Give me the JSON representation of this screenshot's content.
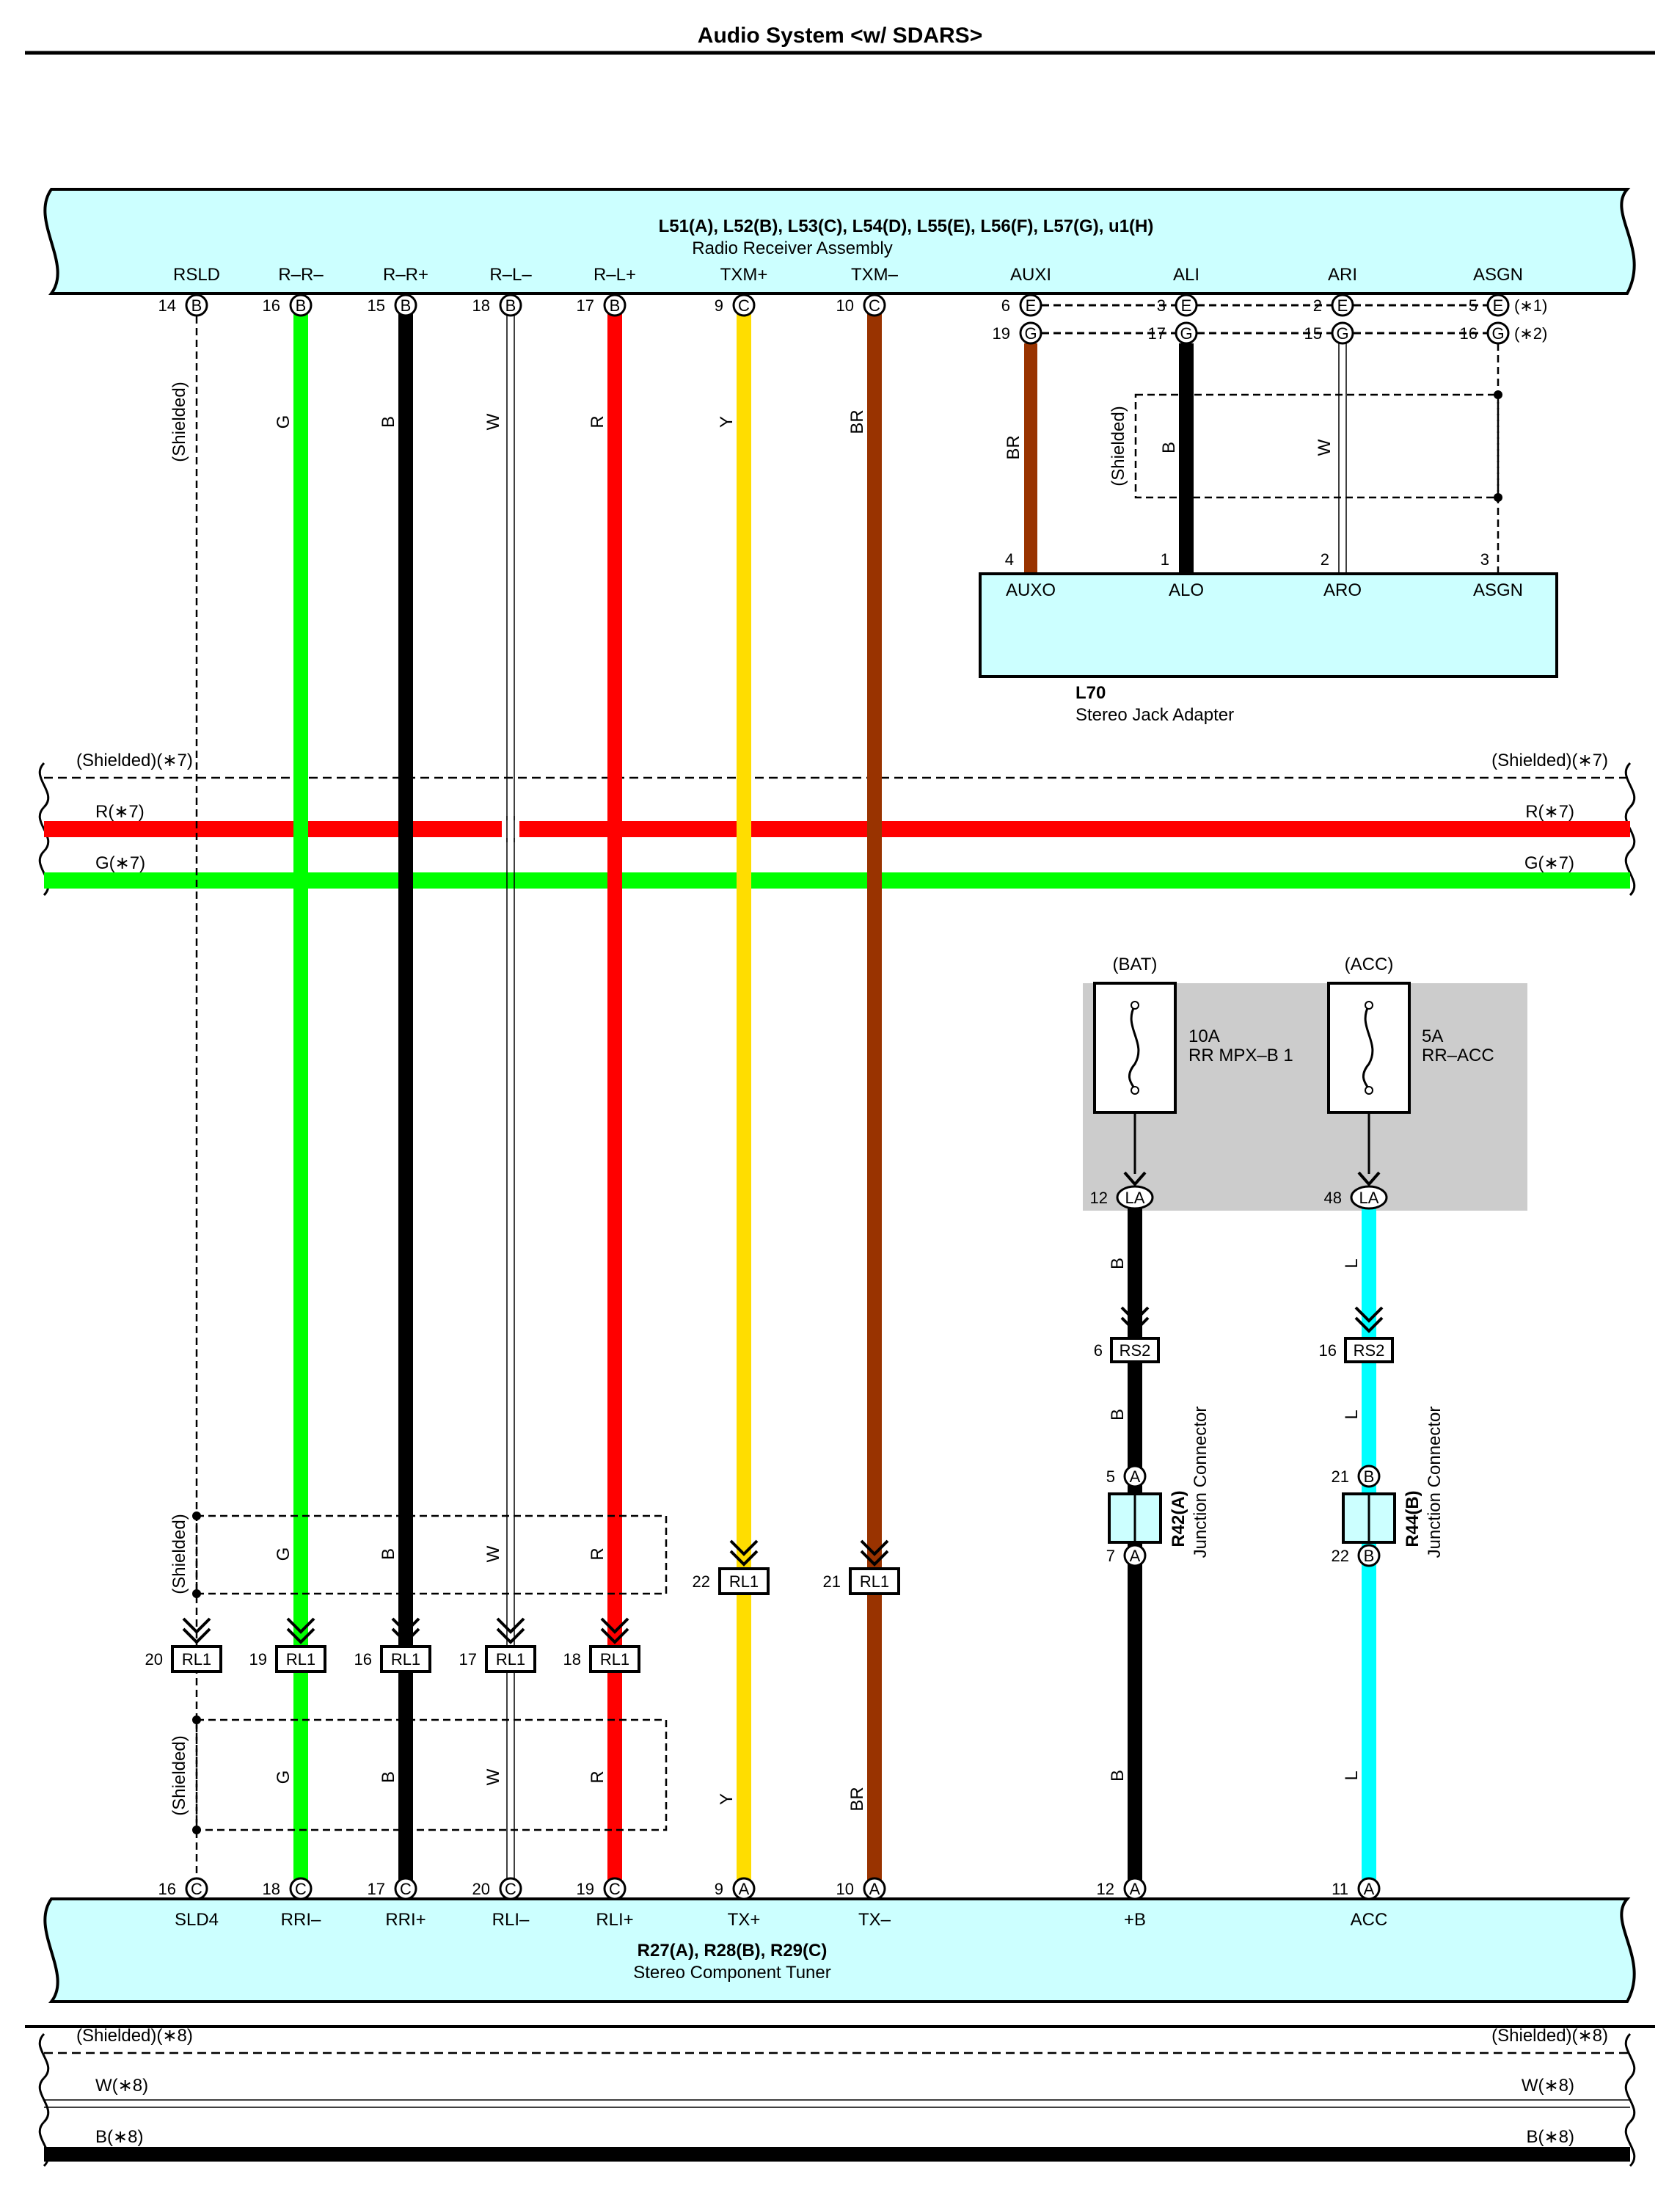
{
  "title": "Audio System <w/ SDARS>",
  "top_assembly": {
    "connectors": "L51(A), L52(B), L53(C), L54(D), L55(E), L56(F), L57(G), u1(H)",
    "name": "Radio Receiver Assembly",
    "terminals": [
      {
        "label": "RSLD",
        "pin": "14",
        "conn": "B"
      },
      {
        "label": "R–R–",
        "pin": "16",
        "conn": "B"
      },
      {
        "label": "R–R+",
        "pin": "15",
        "conn": "B"
      },
      {
        "label": "R–L–",
        "pin": "18",
        "conn": "B"
      },
      {
        "label": "R–L+",
        "pin": "17",
        "conn": "B"
      },
      {
        "label": "TXM+",
        "pin": "9",
        "conn": "C"
      },
      {
        "label": "TXM–",
        "pin": "10",
        "conn": "C"
      }
    ],
    "aux_terminals": [
      {
        "label": "AUXI",
        "pin1": "6",
        "conn1": "E",
        "pin2": "19",
        "conn2": "G"
      },
      {
        "label": "ALI",
        "pin1": "3",
        "conn1": "E",
        "pin2": "17",
        "conn2": "G"
      },
      {
        "label": "ARI",
        "pin1": "2",
        "conn1": "E",
        "pin2": "15",
        "conn2": "G"
      },
      {
        "label": "ASGN",
        "pin1": "5",
        "conn1": "E",
        "pin2": "16",
        "conn2": "G"
      }
    ],
    "note1": "(∗1)",
    "note2": "(∗2)"
  },
  "wires": {
    "rsld": "(Shielded)",
    "rr_minus": "G",
    "rr_plus": "B",
    "rl_minus": "W",
    "rl_plus": "R",
    "txm_plus": "Y",
    "txm_minus": "BR",
    "auxi": "BR",
    "ali": "B",
    "ari": "W",
    "aux_shield": "(Shielded)"
  },
  "stereo_jack": {
    "id": "L70",
    "name": "Stereo Jack Adapter",
    "pins": [
      {
        "pin": "4",
        "label": "AUXO"
      },
      {
        "pin": "1",
        "label": "ALO"
      },
      {
        "pin": "2",
        "label": "ARO"
      },
      {
        "pin": "3",
        "label": "ASGN"
      }
    ]
  },
  "pass_wires_top": {
    "shield_left": "(Shielded)(∗7)",
    "shield_right": "(Shielded)(∗7)",
    "red_left": "R(∗7)",
    "red_right": "R(∗7)",
    "green_left": "G(∗7)",
    "green_right": "G(∗7)"
  },
  "fuses": [
    {
      "source": "(BAT)",
      "rating": "10A",
      "name": "RR MPX–B 1",
      "pin": "12",
      "conn": "LA",
      "wire": "B",
      "rs2_pin": "6",
      "rs2": "RS2"
    },
    {
      "source": "(ACC)",
      "rating": "5A",
      "name": "RR–ACC",
      "pin": "48",
      "conn": "LA",
      "wire": "L",
      "rs2_pin": "16",
      "rs2": "RS2"
    }
  ],
  "junctions": [
    {
      "id": "R42(A)",
      "name": "Junction Connector",
      "pin_top": "5",
      "pin_bottom": "7",
      "conn": "A",
      "wire": "B"
    },
    {
      "id": "R44(B)",
      "name": "Junction Connector",
      "pin_top": "21",
      "pin_bottom": "22",
      "conn": "B",
      "wire": "L"
    }
  ],
  "rl1_connectors": {
    "name": "RL1",
    "upper": [
      {
        "pin": "22"
      },
      {
        "pin": "21"
      }
    ],
    "lower": [
      {
        "pin": "20"
      },
      {
        "pin": "19"
      },
      {
        "pin": "16"
      },
      {
        "pin": "17"
      },
      {
        "pin": "18"
      }
    ]
  },
  "shield_boxes": {
    "upper_label": "(Shielded)",
    "lower_label": "(Shielded)",
    "upper_wires": [
      "G",
      "B",
      "W",
      "R"
    ],
    "lower_wires": [
      "G",
      "B",
      "W",
      "R"
    ],
    "lower_extra": [
      "Y",
      "BR",
      "B",
      "L"
    ]
  },
  "bottom_assembly": {
    "connectors": "R27(A), R28(B), R29(C)",
    "name": "Stereo Component Tuner",
    "terminals": [
      {
        "label": "SLD4",
        "pin": "16",
        "conn": "C"
      },
      {
        "label": "RRI–",
        "pin": "18",
        "conn": "C"
      },
      {
        "label": "RRI+",
        "pin": "17",
        "conn": "C"
      },
      {
        "label": "RLI–",
        "pin": "20",
        "conn": "C"
      },
      {
        "label": "RLI+",
        "pin": "19",
        "conn": "C"
      },
      {
        "label": "TX+",
        "pin": "9",
        "conn": "A"
      },
      {
        "label": "TX–",
        "pin": "10",
        "conn": "A"
      },
      {
        "label": "+B",
        "pin": "12",
        "conn": "A"
      },
      {
        "label": "ACC",
        "pin": "11",
        "conn": "A"
      }
    ]
  },
  "pass_wires_bottom": {
    "shield_left": "(Shielded)(∗8)",
    "shield_right": "(Shielded)(∗8)",
    "white_left": "W(∗8)",
    "white_right": "W(∗8)",
    "black_left": "B(∗8)",
    "black_right": "B(∗8)"
  },
  "colors": {
    "box_fill": "#ccffff",
    "green": "#00ff00",
    "red": "#ff0000",
    "yellow": "#ffdd00",
    "brown": "#993300",
    "cyan": "#00ffff",
    "fuse_bg": "#cccccc"
  }
}
